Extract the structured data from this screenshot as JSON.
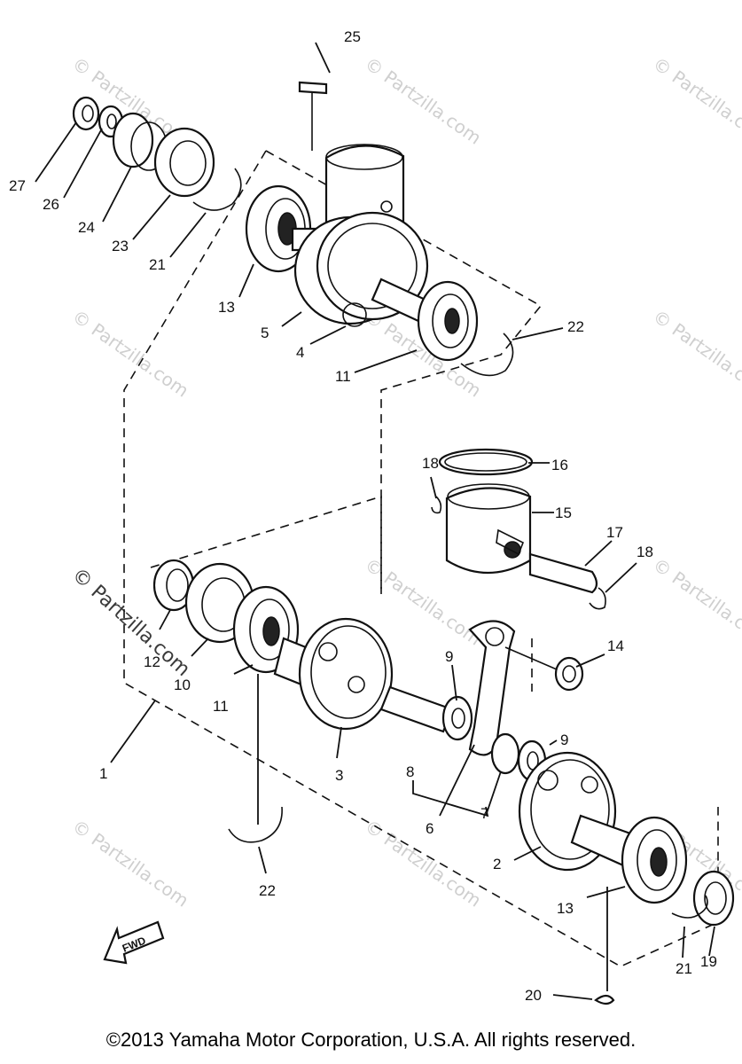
{
  "watermark": "© Partzilla.com",
  "fwd_label": "FWD",
  "copyright": "©2013 Yamaha Motor Corporation, U.S.A. All rights reserved.",
  "callouts": [
    "1",
    "2",
    "3",
    "4",
    "5",
    "6",
    "7",
    "8",
    "9",
    "9",
    "10",
    "11",
    "11",
    "12",
    "13",
    "13",
    "14",
    "15",
    "16",
    "17",
    "18",
    "18",
    "19",
    "20",
    "21",
    "21",
    "22",
    "22",
    "23",
    "24",
    "25",
    "26",
    "27"
  ]
}
